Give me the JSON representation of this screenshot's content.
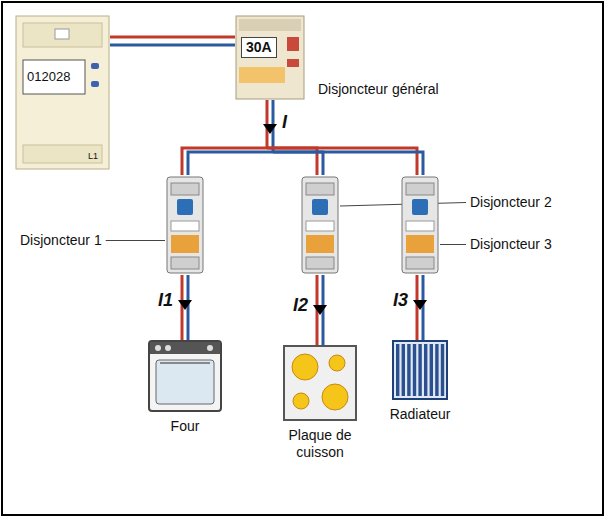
{
  "diagram": {
    "nodes": [
      {
        "text": [
          "012028"
        ]
      },
      {
        "text": [
          "30A",
          "Disjoncteur général"
        ]
      },
      {
        "text": [
          "Disjoncteur 1"
        ]
      },
      {
        "text": [
          "Disjoncteur 2"
        ]
      },
      {
        "text": [
          "Disjoncteur 3"
        ]
      },
      {
        "text": [
          "Four"
        ]
      },
      {
        "text": [
          "Plaque de cuisson"
        ]
      },
      {
        "text": [
          "Radiateur"
        ]
      }
    ],
    "edges": [
      {
        "from": 0,
        "to": 1,
        "arrow": "none"
      },
      {
        "from": 1,
        "to": 2,
        "arrow": "none"
      },
      {
        "from": 1,
        "to": 3,
        "arrow": "none"
      },
      {
        "from": 1,
        "to": 4,
        "arrow": "none"
      },
      {
        "from": 2,
        "to": 5,
        "label": "I1",
        "arrow": "to"
      },
      {
        "from": 3,
        "to": 6,
        "label": "I2",
        "arrow": "to"
      },
      {
        "from": 4,
        "to": 7,
        "label": "I3",
        "arrow": "to"
      }
    ],
    "labels": [
      "I",
      "L1"
    ]
  }
}
